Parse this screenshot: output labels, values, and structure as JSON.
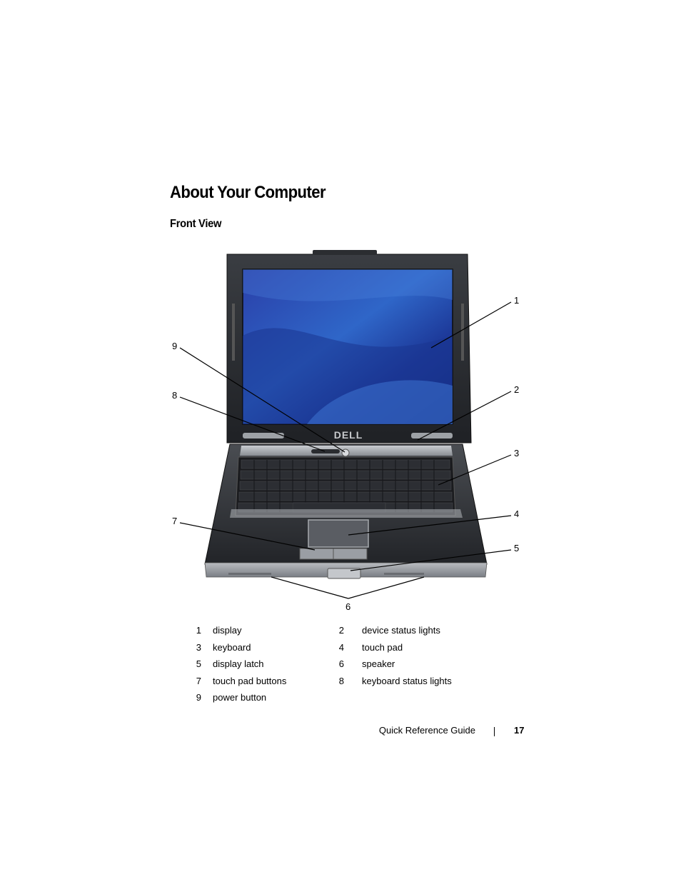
{
  "page": {
    "title": "About Your Computer",
    "section": "Front View"
  },
  "figure": {
    "logo": "DELL",
    "callouts": [
      "1",
      "2",
      "3",
      "4",
      "5",
      "6",
      "7",
      "8",
      "9"
    ]
  },
  "legend": [
    {
      "num": "1",
      "label": "display"
    },
    {
      "num": "2",
      "label": "device status lights"
    },
    {
      "num": "3",
      "label": "keyboard"
    },
    {
      "num": "4",
      "label": "touch pad"
    },
    {
      "num": "5",
      "label": "display latch"
    },
    {
      "num": "6",
      "label": "speaker"
    },
    {
      "num": "7",
      "label": "touch pad buttons"
    },
    {
      "num": "8",
      "label": "keyboard status lights"
    },
    {
      "num": "9",
      "label": "power button"
    }
  ],
  "footer": {
    "guide": "Quick Reference Guide",
    "page_number": "17"
  }
}
